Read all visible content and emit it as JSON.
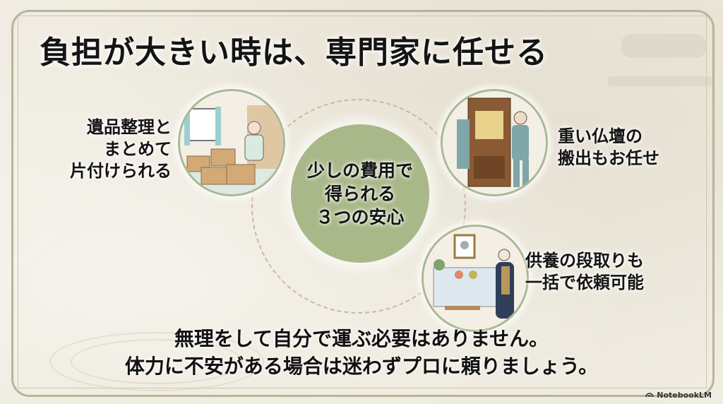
{
  "slide": {
    "title": "負担が大きい時は、専門家に任せる",
    "center": {
      "lines": [
        "少しの費用で",
        "得られる",
        "３つの安心"
      ]
    },
    "items": [
      {
        "lines": [
          "遺品整理と",
          "まとめて",
          "片付けられる"
        ],
        "illustration": "room-with-boxes-illustration"
      },
      {
        "lines": [
          "重い仏壇の",
          "搬出もお任せ"
        ],
        "illustration": "movers-carrying-altar-illustration"
      },
      {
        "lines": [
          "供養の段取りも",
          "一括で依頼可能"
        ],
        "illustration": "memorial-service-illustration"
      }
    ],
    "footer_lines": [
      "無理をして自分で運ぶ必要はありません。",
      "体力に不安がある場合は迷わずプロに頼りましょう。"
    ]
  },
  "brand": {
    "label": "NotebookLM",
    "icon": "notebooklm-icon"
  },
  "colors": {
    "accent_green": "#a8b888",
    "frame": "#b7b599",
    "dashed": "#cdb89a"
  }
}
